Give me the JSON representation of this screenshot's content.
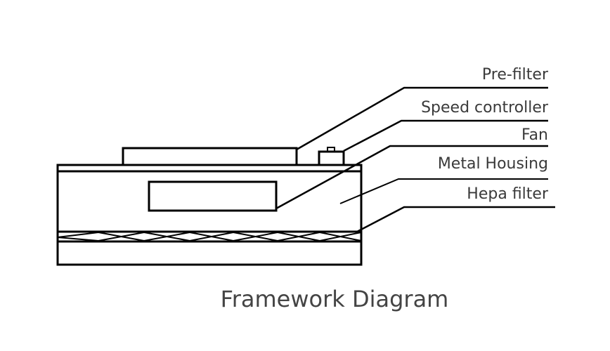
{
  "diagram": {
    "title": "Framework Diagram",
    "labels": {
      "pre_filter": "Pre-filter",
      "speed_controller": "Speed controller",
      "fan": "Fan",
      "metal_housing": "Metal Housing",
      "hepa_filter": "Hepa filter"
    },
    "colors": {
      "line": "#000000",
      "text": "#3a3a3a",
      "background": "#ffffff"
    }
  }
}
